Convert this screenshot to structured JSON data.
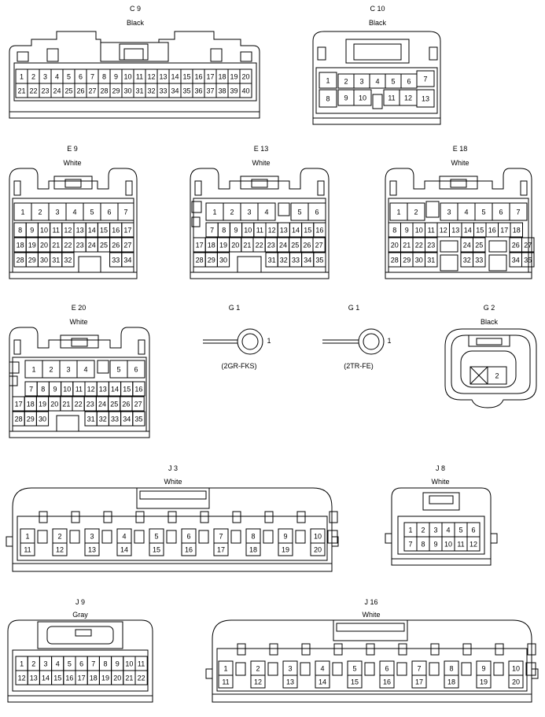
{
  "connectors": {
    "c9": {
      "name": "C 9",
      "color": "Black"
    },
    "c10": {
      "name": "C 10",
      "color": "Black"
    },
    "e9": {
      "name": "E 9",
      "color": "White"
    },
    "e13": {
      "name": "E 13",
      "color": "White"
    },
    "e18": {
      "name": "E 18",
      "color": "White"
    },
    "e20": {
      "name": "E 20",
      "color": "White"
    },
    "g1a": {
      "name": "G 1",
      "note": "(2GR-FKS)",
      "pin": "1"
    },
    "g1b": {
      "name": "G 1",
      "note": "(2TR-FE)",
      "pin": "1"
    },
    "g2": {
      "name": "G 2",
      "color": "Black",
      "pin": "2"
    },
    "j3": {
      "name": "J 3",
      "color": "White"
    },
    "j8": {
      "name": "J 8",
      "color": "White"
    },
    "j9": {
      "name": "J 9",
      "color": "Gray"
    },
    "j16": {
      "name": "J 16",
      "color": "White"
    }
  }
}
